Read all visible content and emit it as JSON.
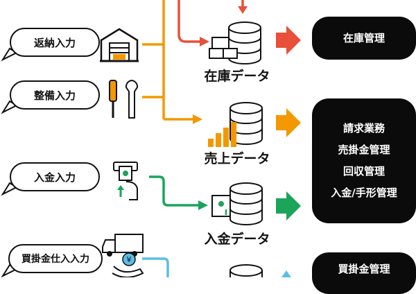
{
  "inputs": {
    "henno": "返納入力",
    "seibi": "整備入力",
    "nyukin": "入金入力",
    "kaikake": "買掛金仕入入力"
  },
  "data_stores": {
    "zaiko": "在庫データ",
    "uriage": "売上データ",
    "nyukin": "入金データ"
  },
  "outputs": {
    "zaiko_kanri": "在庫管理",
    "billing": [
      "請求業務",
      "売掛金管理",
      "回収管理",
      "入金/手形管理"
    ],
    "kaikake_kanri": "買掛金管理"
  },
  "colors": {
    "orange": "#f39800",
    "red": "#e8503a",
    "green": "#1aa55a",
    "blue": "#5bbde6",
    "black": "#0b0b0b"
  },
  "icons": {
    "warehouse": "warehouse-icon",
    "tools": "screwdriver-wrench-icon",
    "atm": "atm-payment-icon",
    "truck": "truck-icon",
    "yen_hand": "yen-coin-hand-icon",
    "database": "database-icon",
    "boxes": "boxes-icon",
    "bar_chart": "bar-chart-icon"
  }
}
